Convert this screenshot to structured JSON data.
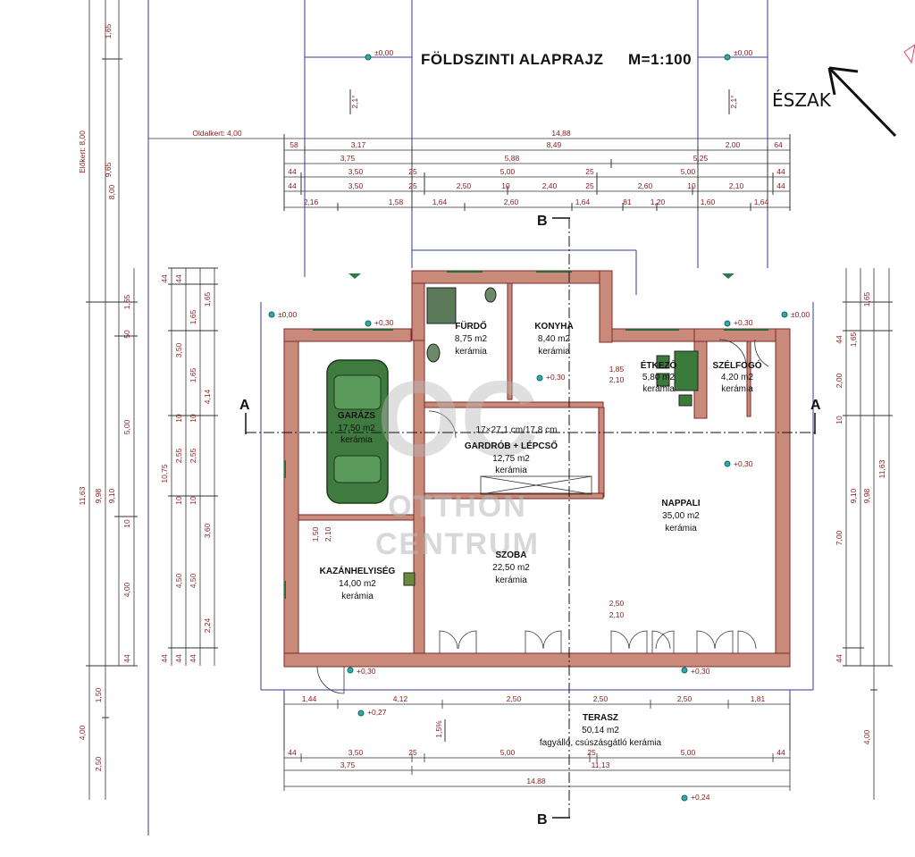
{
  "title": "FÖLDSZINTI ALAPRAJZ",
  "scale": "M=1:100",
  "north_label": "ÉSZAK",
  "watermark": {
    "logo": "OC",
    "line1": "OTTHON",
    "line2": "CENTRUM"
  },
  "section_marks": {
    "a": "A",
    "b": "B"
  },
  "stair_note": "17×27,1 cm/17,8 cm",
  "rooms": {
    "furdo": {
      "name": "FÜRDŐ",
      "area": "8,75 m2",
      "floor": "kerámia"
    },
    "konyha": {
      "name": "KONYHA",
      "area": "8,40 m2",
      "floor": "kerámia"
    },
    "etkezo": {
      "name": "ÉTKEZŐ",
      "area": "5,80 m2",
      "floor": "kerámia"
    },
    "szelfogo": {
      "name": "SZÉLFOGÓ",
      "area": "4,20 m2",
      "floor": "kerámia"
    },
    "garazs": {
      "name": "GARÁZS",
      "area": "17,50 m2",
      "floor": "kerámia"
    },
    "gardrob": {
      "name": "GARDRÓB + LÉPCSŐ",
      "area": "12,75 m2",
      "floor": "kerámia"
    },
    "nappali": {
      "name": "NAPPALI",
      "area": "35,00 m2",
      "floor": "kerámia"
    },
    "szoba": {
      "name": "SZOBA",
      "area": "22,50 m2",
      "floor": "kerámia"
    },
    "kazan": {
      "name": "KAZÁNHELYISÉG",
      "area": "14,00 m2",
      "floor": "kerámia"
    },
    "terasz": {
      "name": "TERASZ",
      "area": "50,14 m2",
      "floor": "fagyálló, csúszásgátló kerámia"
    }
  },
  "levels": {
    "l000a": "±0,00",
    "l000b": "±0,00",
    "l000c": "±0,00",
    "l000d": "±0,00",
    "l030a": "+0,30",
    "l030b": "+0,30",
    "l030c": "+0,30",
    "l030d": "+0,30",
    "l030e": "+0,30",
    "l030f": "+0,30",
    "l027": "+0,27",
    "l024": "+0,24"
  },
  "slopes": {
    "s1": "2,1°",
    "s2": "2,1°",
    "s3": "1,5%"
  },
  "dims_top": {
    "r1": {
      "left": "Oldalkert: 4,00",
      "mid": "14,88"
    },
    "r2": [
      "58",
      "3,17",
      "8,49",
      "2,00",
      "64"
    ],
    "r3": [
      "3,75",
      "5,88",
      "5,25"
    ],
    "r4": [
      "44",
      "3,50",
      "25",
      "5,00",
      "25",
      "5,00",
      "44"
    ],
    "r5": [
      "44",
      "3,50",
      "25",
      "2,50",
      "10",
      "2,40",
      "25",
      "2,60",
      "10",
      "2,10",
      "44"
    ],
    "r6": [
      "2,16",
      "1,58",
      "1,64",
      "2,60",
      "1,64",
      "81",
      "1,20",
      "1,60",
      "1,64"
    ]
  },
  "dims_bottom": {
    "r1": [
      "1,44",
      "4,12",
      "2,50",
      "2,50",
      "2,50",
      "1,81"
    ],
    "r2": [
      "44",
      "3,50",
      "25",
      "5,00",
      "25",
      "5,00",
      "44"
    ],
    "r3": [
      "3,75",
      "11,13"
    ],
    "r4": [
      "14,88"
    ]
  },
  "dims_left": {
    "c1": [
      "Előkert: 8,00"
    ],
    "c2": [
      "1,65",
      "9,65",
      "11,63",
      "4,00",
      "2,50"
    ],
    "c3": [
      "8,00",
      "9,98"
    ],
    "c4": [
      "1,65",
      "50",
      "5,00",
      "10",
      "9,10",
      "4,00",
      "44",
      "1,50"
    ],
    "c5": [
      "44",
      "3,50",
      "10",
      "2,55",
      "10",
      "4,50",
      "44"
    ],
    "c6": [
      "10,75"
    ],
    "c7": [
      "44",
      "1,65",
      "1,65",
      "10",
      "2,55",
      "10",
      "4,50",
      "44"
    ],
    "c8": [
      "1,65",
      "4,14",
      "3,60",
      "2,24",
      "44"
    ]
  },
  "dims_right": {
    "c1": [
      "1,65",
      "44",
      "2,00",
      "10",
      "7,00",
      "44"
    ],
    "c2": [
      "9,10"
    ],
    "c3": [
      "9,98"
    ],
    "c4": [
      "1,65",
      "11,63",
      "4,00"
    ]
  },
  "interior_dims": {
    "d1": "1,85",
    "d2": "2,10",
    "d3": "1,50",
    "d4": "2,10",
    "d5": "2,50",
    "d6": "2,10"
  }
}
